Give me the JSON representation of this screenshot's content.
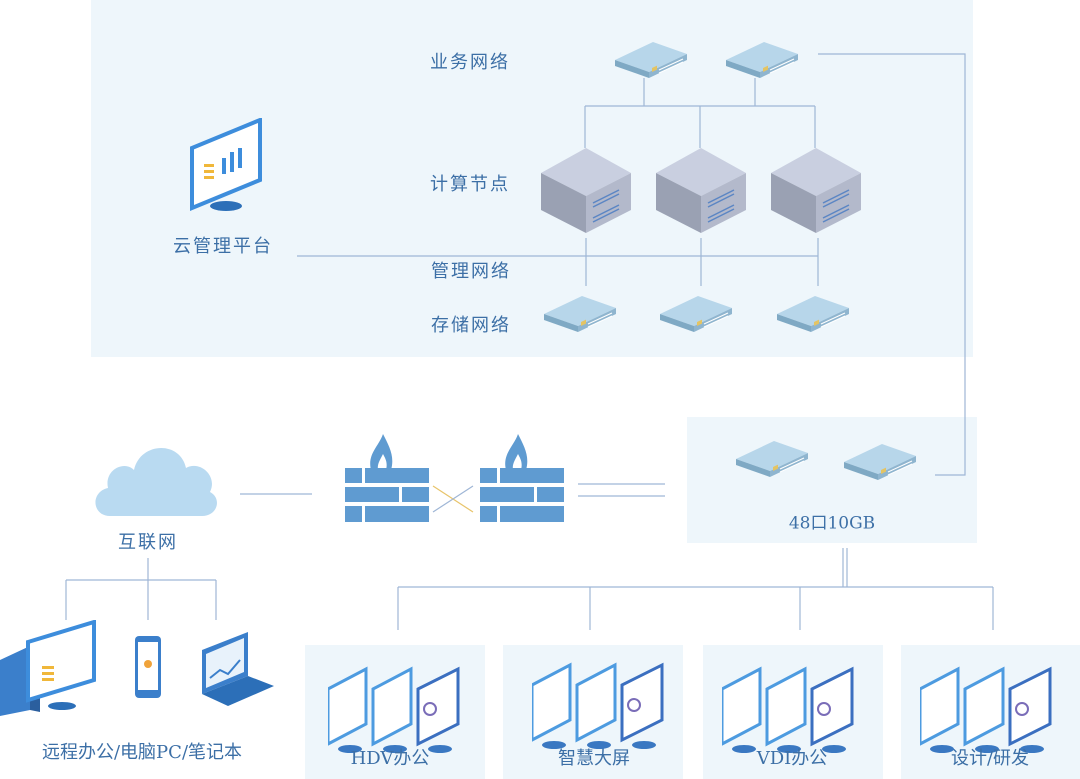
{
  "colors": {
    "panel": "#eef6fb",
    "line": "#9fb6d6",
    "label": "#3c6fa6",
    "firewall": "#5f9bd1",
    "switch": "#a9cde3",
    "server": "#c5cbdc"
  },
  "cloud_platform": {
    "labels": {
      "business_network": "业务网络",
      "compute_nodes": "计算节点",
      "cloud_management": "云管理平台",
      "management_network": "管理网络",
      "storage_network": "存储网络"
    }
  },
  "core_switch": {
    "label": "48口10GB"
  },
  "internet": {
    "label": "互联网"
  },
  "remote": {
    "label": "远程办公/电脑PC/笔记本"
  },
  "terminals": [
    {
      "label": "HDV办公"
    },
    {
      "label": "智慧大屏"
    },
    {
      "label": "VDI办公"
    },
    {
      "label": "设计/研发"
    }
  ]
}
